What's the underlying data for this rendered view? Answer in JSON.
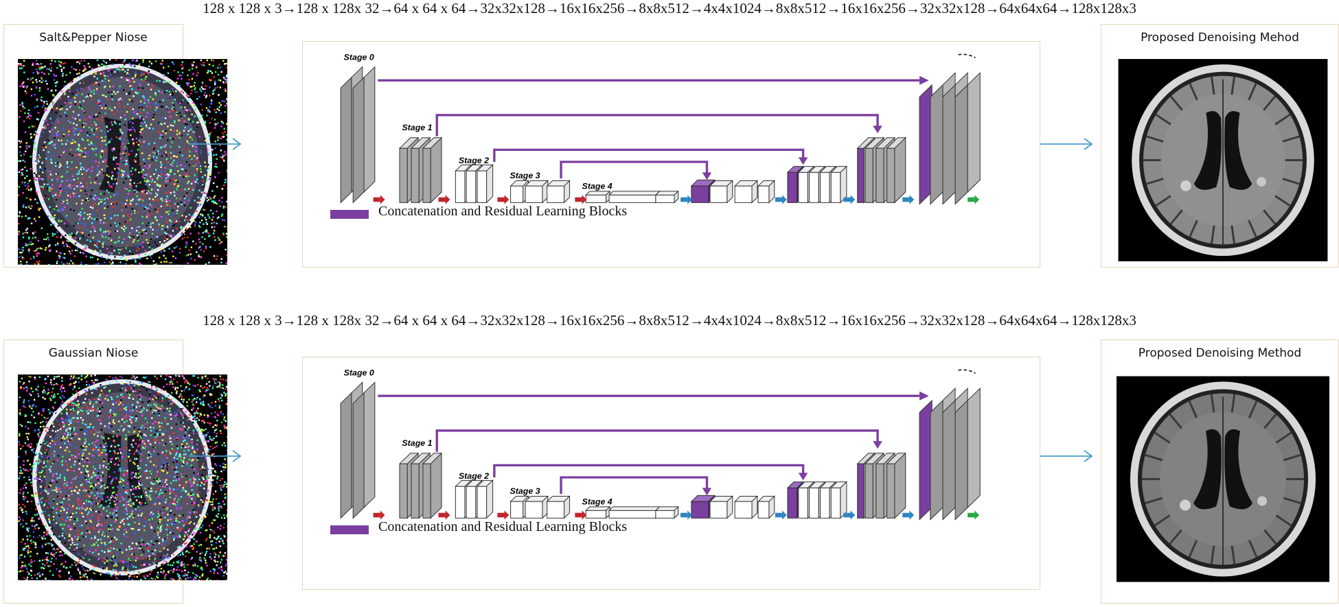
{
  "rows": [
    {
      "dims": "128 x 128 x 3→128 x 128x 32→64 x 64 x 64→32x32x128→16x16x256→8x8x512→4x4x1024→8x8x512→16x16x256→32x32x128→64x64x64→128x128x3",
      "input_title": "Salt&Pepper Niose",
      "output_title": "Proposed Denoising Mehod",
      "legend": "Concatenation and Residual Learning Blocks",
      "stages": [
        "Stage 0",
        "Stage 1",
        "Stage 2",
        "Stage 3",
        "Stage 4"
      ]
    },
    {
      "dims": "128 x 128 x 3→128 x 128x 32→64 x 64 x 64→32x32x128→16x16x256→8x8x512→4x4x1024→8x8x512→16x16x256→32x32x128→64x64x64→128x128x3",
      "input_title": "Gaussian Niose",
      "output_title": "Proposed Denoising Method",
      "legend": "Concatenation and Residual Learning Blocks",
      "stages": [
        "Stage 0",
        "Stage 1",
        "Stage 2",
        "Stage 3",
        "Stage 4"
      ]
    }
  ],
  "colors": {
    "skip": "#7b3fa0",
    "downsample": "#c0262c",
    "upsample": "#2e86c1",
    "output": "#27a844",
    "flow": "#4a9cc9",
    "panel_border": "#e6d6b8"
  }
}
